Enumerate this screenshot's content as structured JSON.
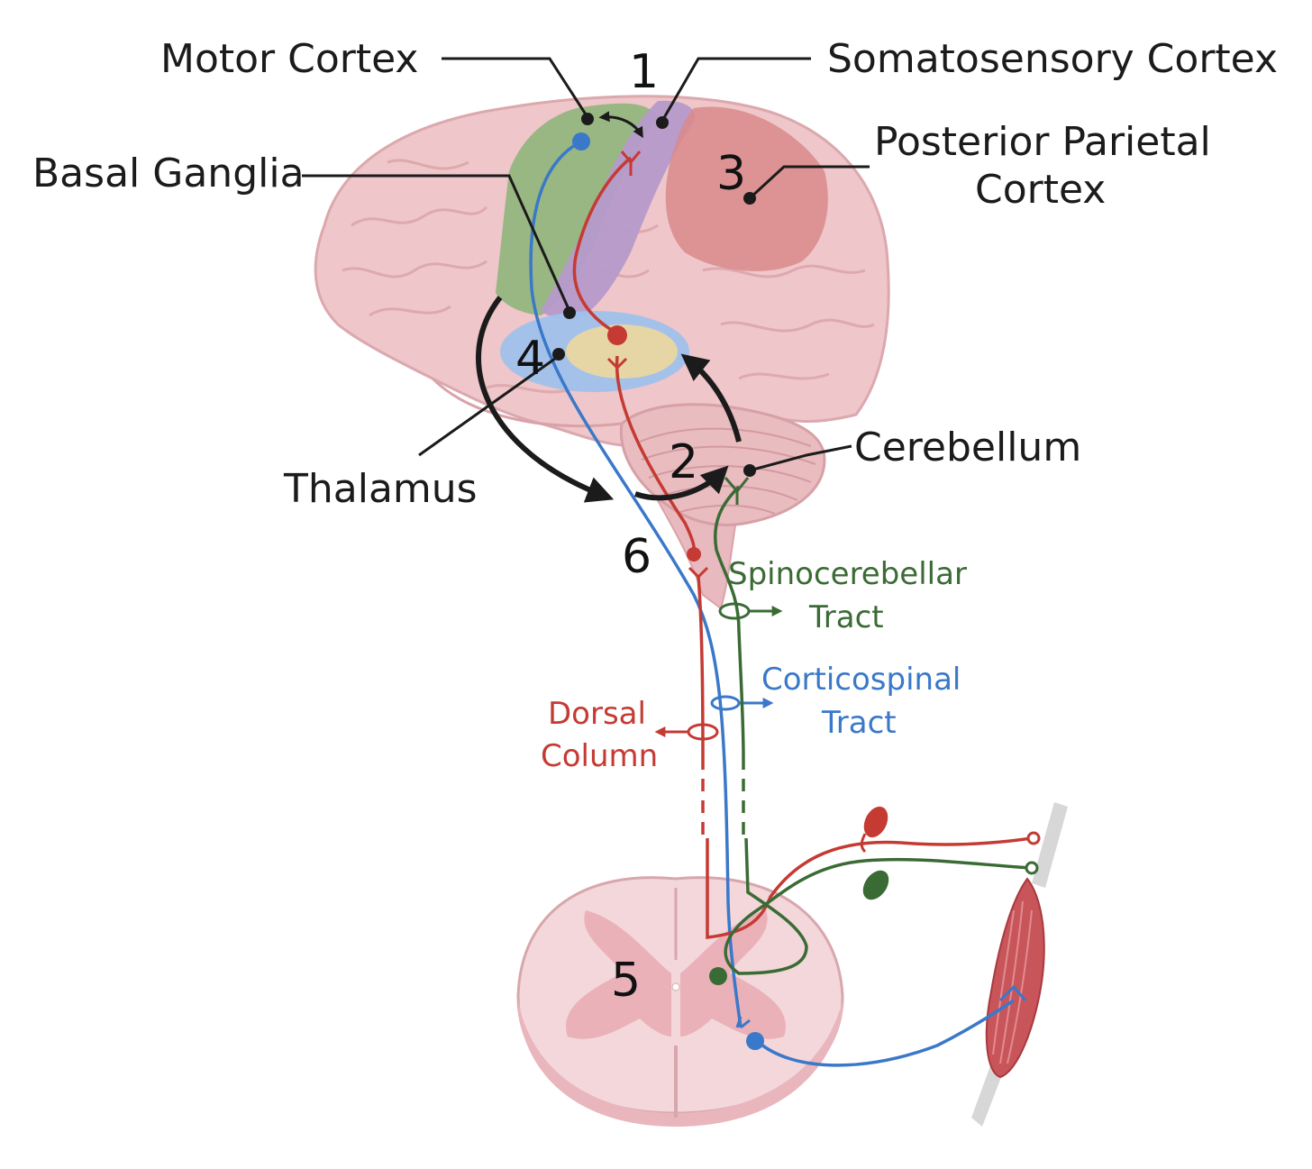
{
  "labels": {
    "motor_cortex": "Motor Cortex",
    "somatosensory_cortex": "Somatosensory Cortex",
    "posterior_parietal_line1": "Posterior Parietal",
    "posterior_parietal_line2": "Cortex",
    "basal_ganglia": "Basal Ganglia",
    "thalamus": "Thalamus",
    "cerebellum": "Cerebellum"
  },
  "tracts": {
    "spinocerebellar_line1": "Spinocerebellar",
    "spinocerebellar_line2": "Tract",
    "corticospinal_line1": "Corticospinal",
    "corticospinal_line2": "Tract",
    "dorsal_line1": "Dorsal",
    "dorsal_line2": "Column"
  },
  "numbers": {
    "n1": "1",
    "n2": "2",
    "n3": "3",
    "n4": "4",
    "n5": "5",
    "n6": "6"
  },
  "colors": {
    "motor_green": "#8fb57a",
    "somatosensory_purple": "#b69acb",
    "parietal_red": "#d98a8a",
    "basal_blue": "#9fc1ec",
    "thalamus_yellow": "#e6d6a6",
    "pathway_red": "#c53a33",
    "pathway_blue": "#3a78c9",
    "pathway_green": "#3b6b35",
    "brain_pink": "#efc6c9",
    "spinal_pink": "#f3d7da"
  }
}
